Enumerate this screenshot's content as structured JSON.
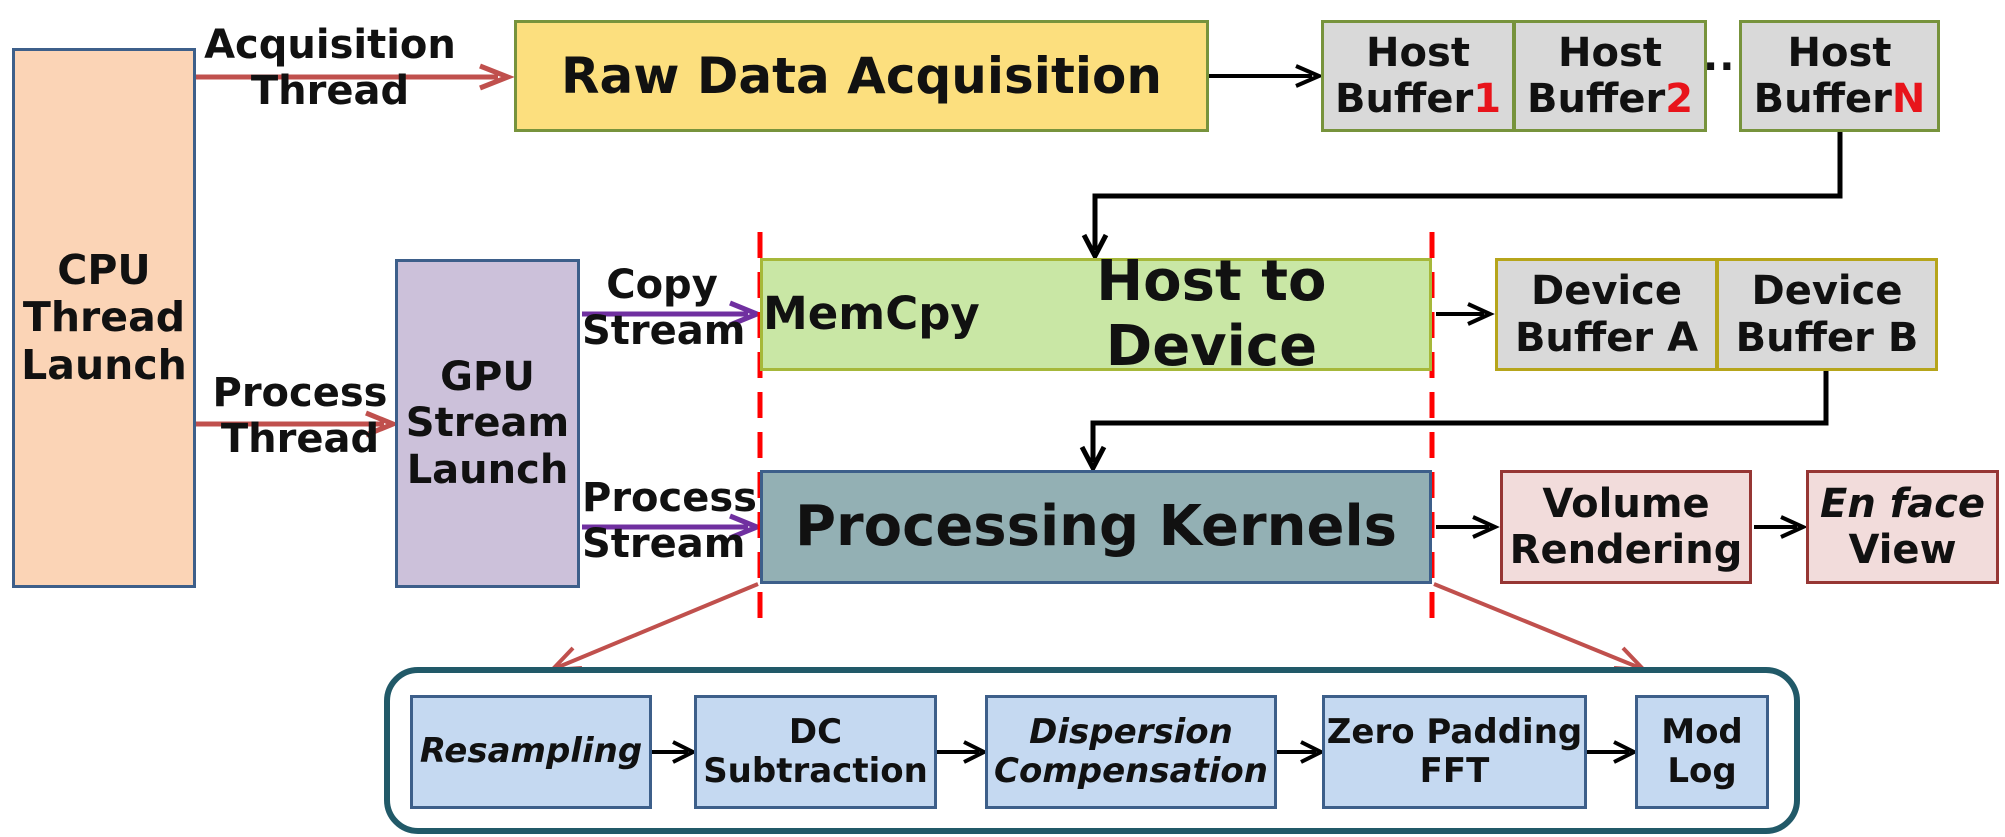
{
  "cpu_launch": {
    "line1": "CPU",
    "line2": "Thread",
    "line3": "Launch"
  },
  "acquisition_thread": {
    "line1": "Acquisition",
    "line2": "Thread"
  },
  "process_thread": {
    "line1": "Process",
    "line2": "Thread"
  },
  "raw_acquisition": "Raw Data Acquisition",
  "host_buffers": [
    {
      "word1": "Host",
      "word2": "Buffer",
      "index": "1"
    },
    {
      "word1": "Host",
      "word2": "Buffer",
      "index": "2"
    },
    {
      "word1": "Host",
      "word2": "Buffer",
      "index": "N"
    }
  ],
  "host_buffer_ellipsis": "...",
  "gpu_launch": {
    "line1": "GPU",
    "line2": "Stream",
    "line3": "Launch"
  },
  "copy_stream": {
    "line1": "Copy",
    "line2": "Stream"
  },
  "process_stream": {
    "line1": "Process",
    "line2": "Stream"
  },
  "memcpy": {
    "prefix": "MemCpy",
    "main": "Host to Device"
  },
  "device_buffers": [
    {
      "line1": "Device",
      "line2": "Buffer A"
    },
    {
      "line1": "Device",
      "line2": "Buffer B"
    }
  ],
  "processing_kernels": "Processing Kernels",
  "volume_rendering": {
    "line1": "Volume",
    "line2": "Rendering"
  },
  "en_face": {
    "line1": "En face",
    "line2": "View"
  },
  "pipeline_steps": [
    {
      "line1": "Resampling",
      "line2": ""
    },
    {
      "line1": "DC",
      "line2": "Subtraction"
    },
    {
      "line1": "Dispersion",
      "line2": "Compensation"
    },
    {
      "line1": "Zero Padding",
      "line2": "FFT"
    },
    {
      "line1": "Mod",
      "line2": "Log"
    }
  ],
  "colors": {
    "thread_arrow": "#c0504d",
    "stream_arrow": "#7030a0",
    "divider": "#ff0000",
    "highlight_text": "#e8141b"
  }
}
